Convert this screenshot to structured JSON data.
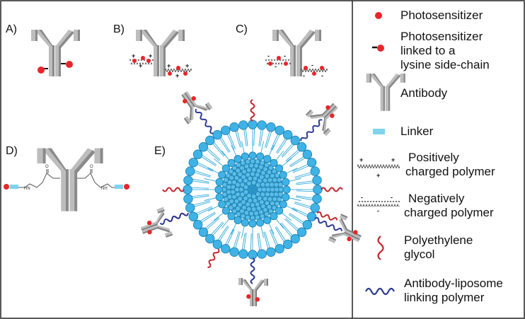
{
  "panels": {
    "a": "A)",
    "b": "B)",
    "c": "C)",
    "d": "D)",
    "e": "E)"
  },
  "chem": {
    "o": "O",
    "hn": "HN",
    "nh": "NH"
  },
  "charges": {
    "plus": "+",
    "minus": "-"
  },
  "legend": {
    "photosensitizer": [
      "Photosensitizer"
    ],
    "ps_lysine": [
      "Photosensitizer",
      "linked to a",
      "lysine side-chain"
    ],
    "antibody": [
      "Antibody"
    ],
    "linker": [
      "Linker"
    ],
    "pos_polymer": [
      "Positively",
      "charged polymer"
    ],
    "neg_polymer": [
      "Negatively",
      "charged polymer"
    ],
    "peg": [
      "Polyethylene",
      "glycol"
    ],
    "ab_lipo": [
      "Antibody-liposome",
      "linking polymer"
    ]
  },
  "colors": {
    "photosensitizer": "#e8262a",
    "linker": "#7fd3ec",
    "antibody_light": "#bdbdbd",
    "antibody_dark": "#7f7f7f",
    "lipid_head": "#3fb2e6",
    "lipid_edge": "#1a7fae",
    "lipid_tail": "#1aa0d6",
    "peg": "#c0262b",
    "link_polymer": "#2b3a8f",
    "border": "#222222"
  }
}
